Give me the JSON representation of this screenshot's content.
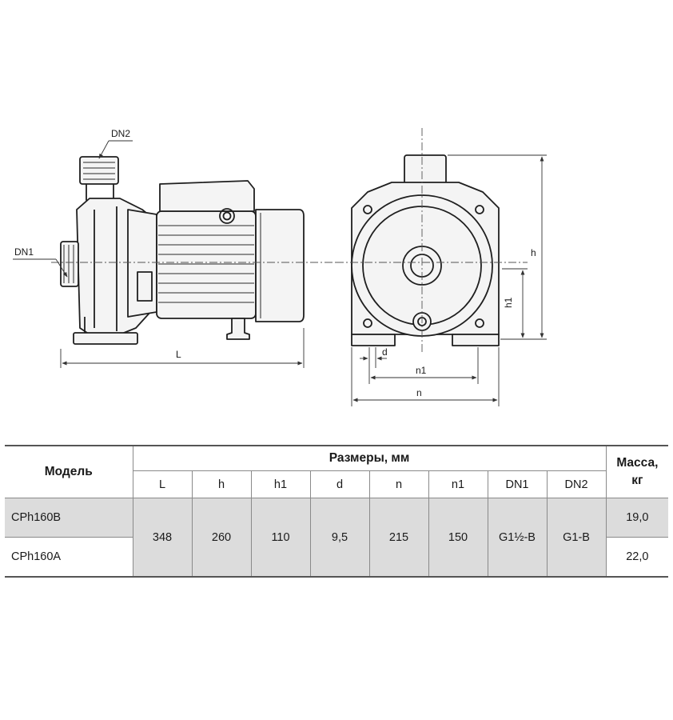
{
  "drawing": {
    "labels": {
      "dn2": "DN2",
      "dn1": "DN1",
      "L": "L",
      "h": "h",
      "h1": "h1",
      "d": "d",
      "n1": "n1",
      "n": "n"
    }
  },
  "table": {
    "model_header": "Модель",
    "group_header": "Размеры, мм",
    "mass_header_line1": "Масса,",
    "mass_header_line2": "кг",
    "columns": [
      "L",
      "h",
      "h1",
      "d",
      "n",
      "n1",
      "DN1",
      "DN2"
    ],
    "rows": [
      {
        "model": "CPh160B",
        "mass": "19,0"
      },
      {
        "model": "CPh160A",
        "mass": "22,0"
      }
    ],
    "shared_values": [
      "348",
      "260",
      "110",
      "9,5",
      "215",
      "150",
      "G1½-B",
      "G1-B"
    ]
  }
}
